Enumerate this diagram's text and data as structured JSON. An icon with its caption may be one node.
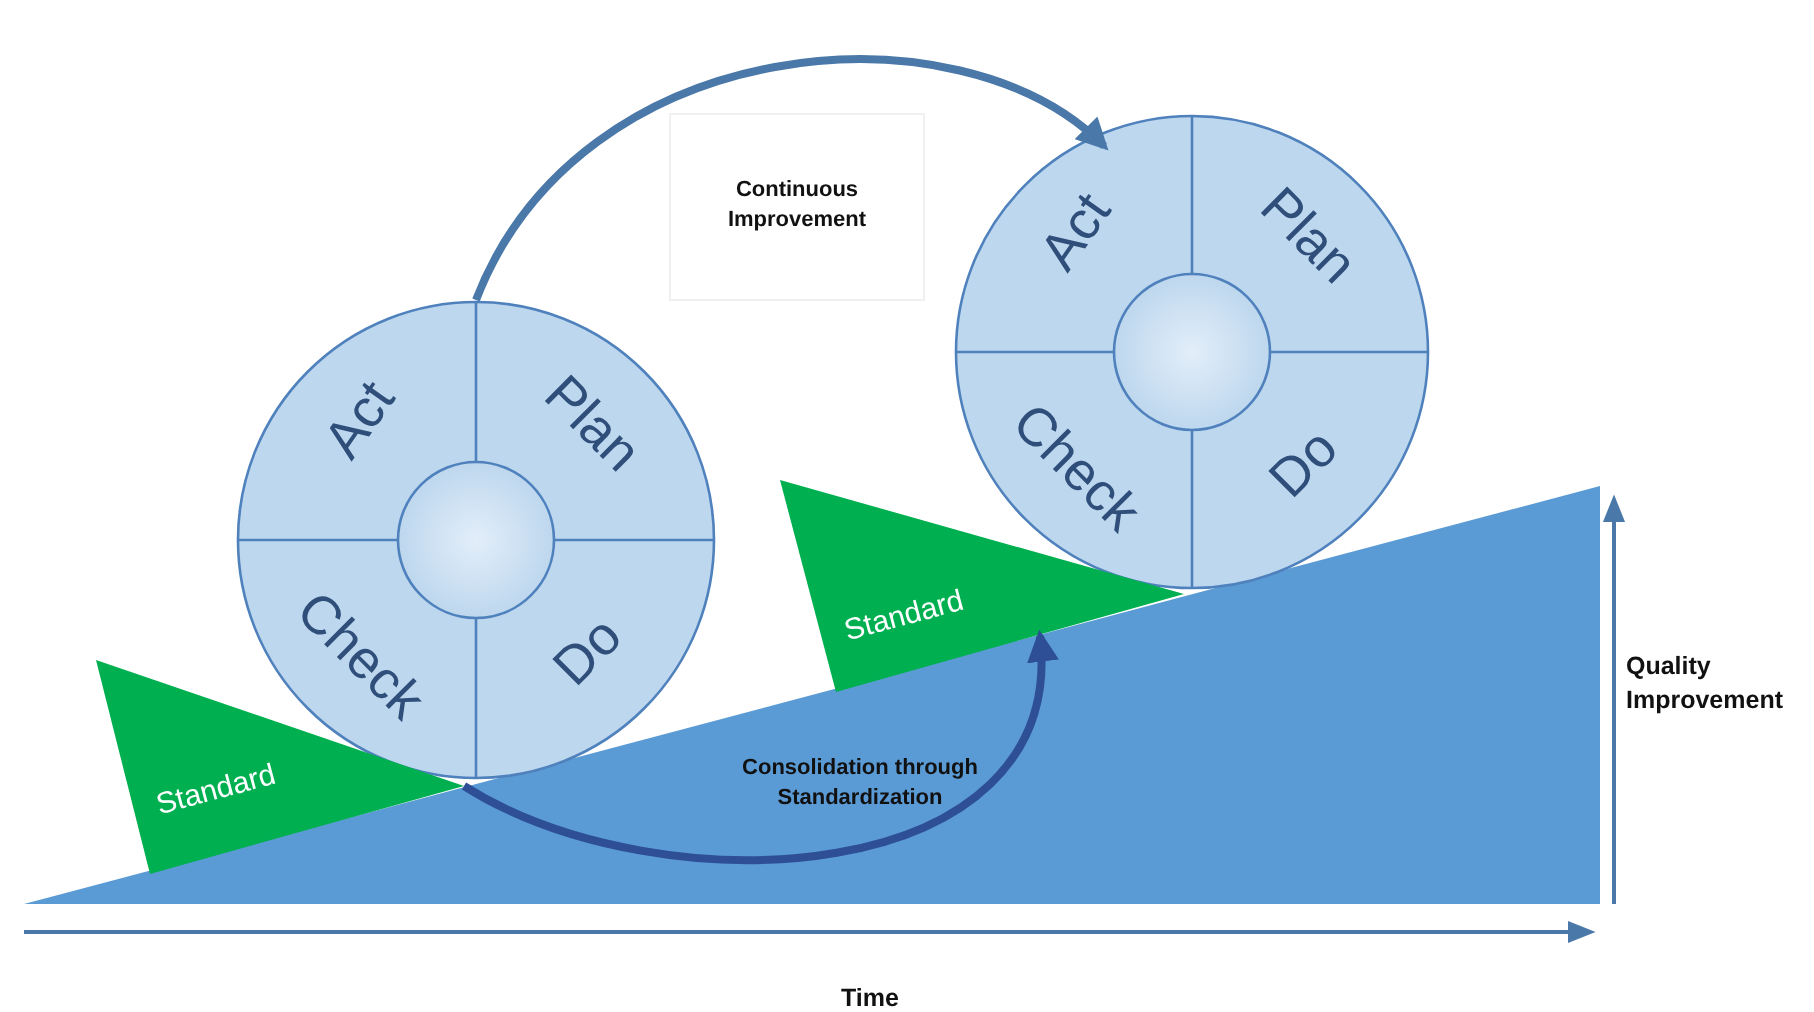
{
  "diagram": {
    "nodes": [
      {
        "text": [
          "Act",
          "Plan",
          "Check",
          "Do"
        ]
      },
      {
        "text": [
          "Act",
          "Plan",
          "Check",
          "Do"
        ]
      },
      {
        "text": [
          "Standard"
        ]
      },
      {
        "text": [
          "Standard"
        ]
      }
    ],
    "edges": [
      {
        "from": 0,
        "to": 1,
        "arrow": "to"
      },
      {
        "from": 2,
        "to": 3,
        "arrow": "to"
      }
    ],
    "labels": [
      "Continuous Improvement",
      "Consolidation through Standardization",
      "Quality Improvement",
      "Time"
    ]
  }
}
